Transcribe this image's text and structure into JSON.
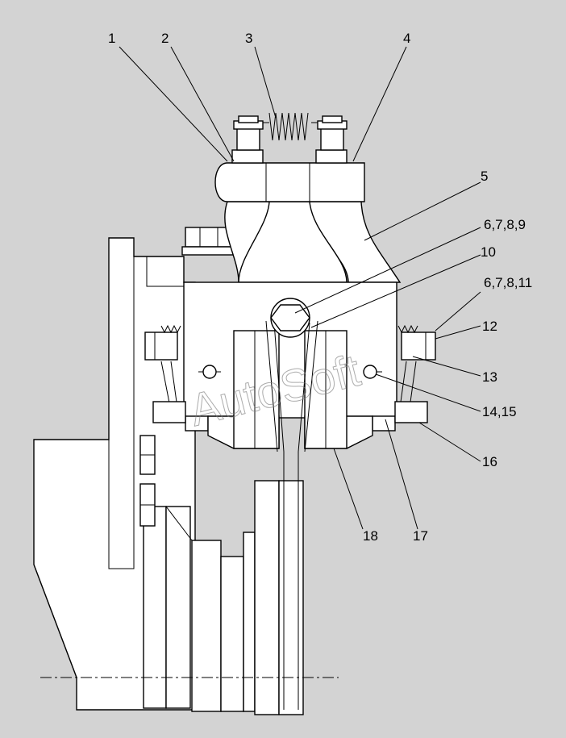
{
  "diagram": {
    "callouts": [
      {
        "id": "c1",
        "text": "1"
      },
      {
        "id": "c2",
        "text": "2"
      },
      {
        "id": "c3",
        "text": "3"
      },
      {
        "id": "c4",
        "text": "4"
      },
      {
        "id": "c5",
        "text": "5"
      },
      {
        "id": "c6",
        "text": "6,7,8,9"
      },
      {
        "id": "c10",
        "text": "10"
      },
      {
        "id": "c11",
        "text": "6,7,8,11"
      },
      {
        "id": "c12",
        "text": "12"
      },
      {
        "id": "c13",
        "text": "13"
      },
      {
        "id": "c14",
        "text": "14,15"
      },
      {
        "id": "c16",
        "text": "16"
      },
      {
        "id": "c17",
        "text": "17"
      },
      {
        "id": "c18",
        "text": "18"
      }
    ],
    "watermark": "AutoSoft"
  }
}
